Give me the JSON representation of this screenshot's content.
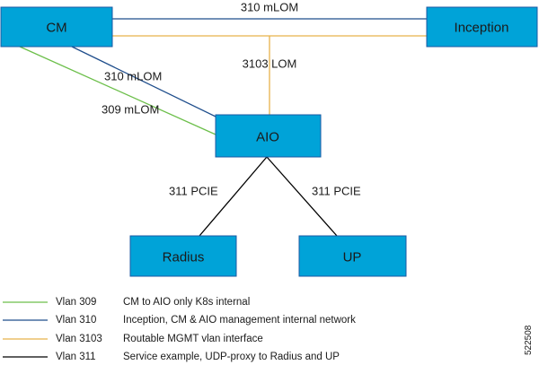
{
  "colors": {
    "node_fill": "#00a3d8",
    "node_border": "#1b5aa3",
    "vlan_309": "#6cbf4a",
    "vlan_310": "#1f4e8c",
    "vlan_3103": "#e8b24a",
    "vlan_311": "#000000"
  },
  "nodes": {
    "cm": "CM",
    "inception": "Inception",
    "aio": "AIO",
    "radius": "Radius",
    "up": "UP"
  },
  "links": {
    "cm_inception": "310 mLOM",
    "lom_to_aio": "3103 LOM",
    "cm_aio_310": "310 mLOM",
    "cm_aio_309": "309 mLOM",
    "aio_radius": "311 PCIE",
    "aio_up": "311 PCIE"
  },
  "legend": [
    {
      "vlan": "Vlan 309",
      "description": "CM to AIO only K8s internal",
      "color": "#6cbf4a"
    },
    {
      "vlan": "Vlan 310",
      "description": "Inception, CM & AIO management internal network",
      "color": "#1f4e8c"
    },
    {
      "vlan": "Vlan 3103",
      "description": "Routable MGMT vlan interface",
      "color": "#e8b24a"
    },
    {
      "vlan": "Vlan 311",
      "description": "Service example, UDP-proxy to Radius and UP",
      "color": "#000000"
    }
  ],
  "figure_id": "522508"
}
